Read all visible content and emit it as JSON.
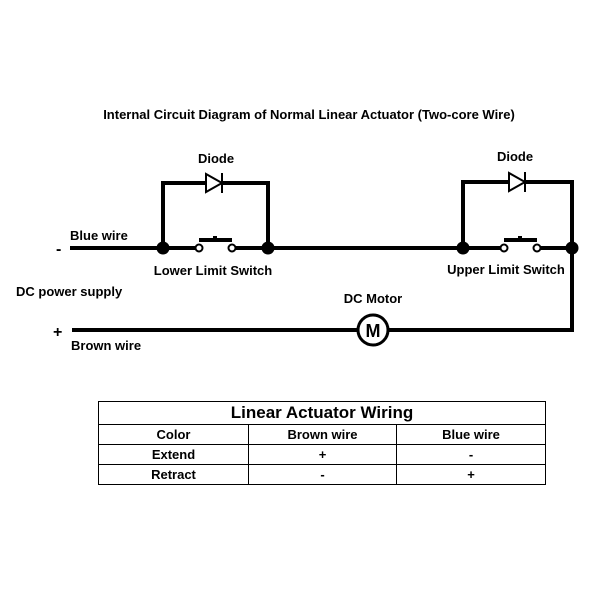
{
  "diagram": {
    "title": "Internal Circuit Diagram of Normal Linear Actuator (Two-core Wire)",
    "diode_left_label": "Diode",
    "diode_right_label": "Diode",
    "blue_wire_label": "Blue wire",
    "brown_wire_label": "Brown wire",
    "minus_sign": "-",
    "plus_sign": "+",
    "power_supply_label": "DC power supply",
    "lower_switch_label": "Lower Limit Switch",
    "upper_switch_label": "Upper Limit Switch",
    "motor_label": "DC Motor",
    "motor_symbol": "M"
  },
  "table": {
    "title": "Linear Actuator Wiring",
    "headers": [
      "Color",
      "Brown wire",
      "Blue wire"
    ],
    "rows": [
      [
        "Extend",
        "+",
        "-"
      ],
      [
        "Retract",
        "-",
        "+"
      ]
    ]
  }
}
